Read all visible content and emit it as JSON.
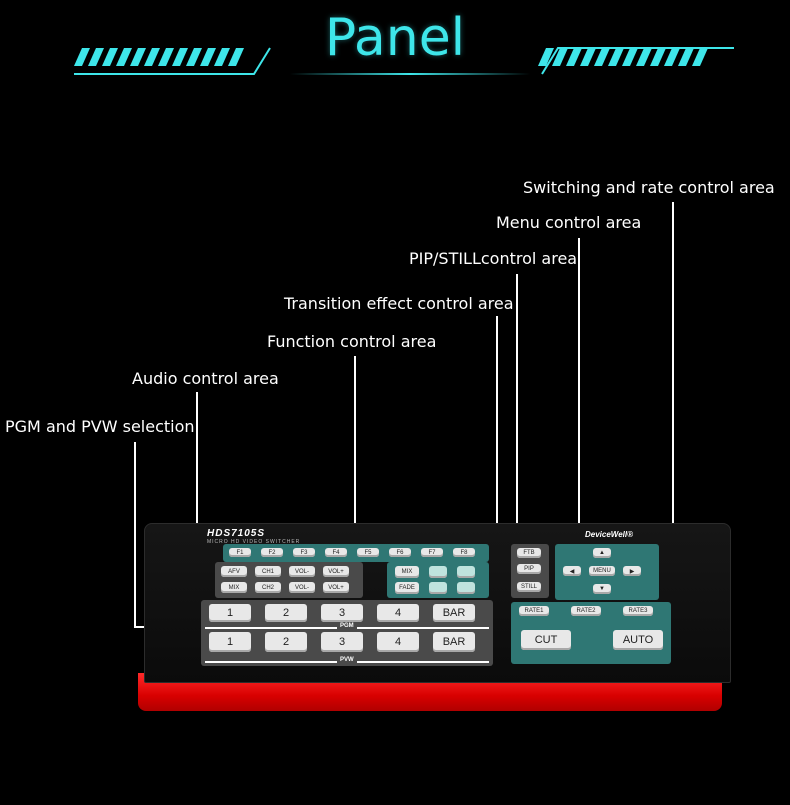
{
  "title": "Panel",
  "callouts": {
    "switching": "Switching and rate control area",
    "menu": "Menu control area",
    "pip": "PIP/STILLcontrol area",
    "transition": "Transition effect control area",
    "function": "Function control area",
    "audio": "Audio control area",
    "pgm_pvw": "PGM and PVW selection"
  },
  "device": {
    "model": "HDS7105S",
    "subtitle": "MICRO HD VIDEO SWITCHER",
    "brand": "DeviceWell®",
    "function_keys": [
      "F1",
      "F2",
      "F3",
      "F4",
      "F5",
      "F6",
      "F7",
      "F8"
    ],
    "audio_keys": [
      "AFV",
      "CH1",
      "VOL-",
      "VOL+",
      "MIX",
      "CH2",
      "VOL-",
      "VOL+"
    ],
    "transition_keys": [
      "MIX",
      "FADE"
    ],
    "pip_keys": [
      "FTB",
      "PIP",
      "STILL"
    ],
    "menu_keys": [
      "MENU"
    ],
    "rate_keys": [
      "RATE1",
      "RATE2",
      "RATE3"
    ],
    "cut_label": "CUT",
    "auto_label": "AUTO",
    "pgm_label": "PGM",
    "pvw_label": "PVW",
    "pgm_keys": [
      "1",
      "2",
      "3",
      "4",
      "BAR"
    ],
    "pvw_keys": [
      "1",
      "2",
      "3",
      "4",
      "BAR"
    ]
  },
  "colors": {
    "title": "#3ee6ea",
    "accent_teal": "#2f7774",
    "base_red": "#e00000"
  }
}
